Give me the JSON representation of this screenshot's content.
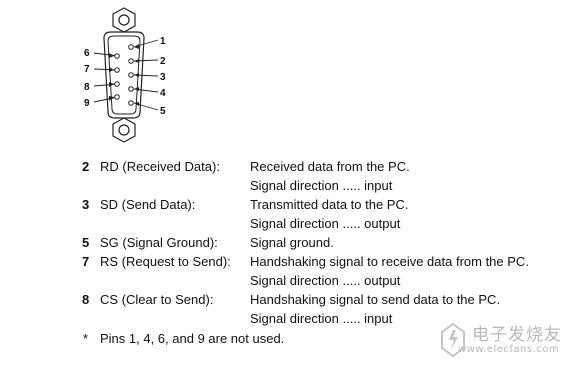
{
  "connector": {
    "pin_labels": [
      "1",
      "2",
      "3",
      "4",
      "5",
      "6",
      "7",
      "8",
      "9"
    ]
  },
  "rows": [
    {
      "pin": "2",
      "name": "RD (Received Data):",
      "desc": "Received data from the PC.",
      "dir": "Signal direction ..... input"
    },
    {
      "pin": "3",
      "name": "SD (Send Data):",
      "desc": "Transmitted data to the PC.",
      "dir": "Signal direction ..... output"
    },
    {
      "pin": "5",
      "name": "SG (Signal Ground):",
      "desc": "Signal ground.",
      "dir": ""
    },
    {
      "pin": "7",
      "name": "RS (Request to Send):",
      "desc": "Handshaking signal to receive data from the PC.",
      "dir": "Signal direction ..... output"
    },
    {
      "pin": "8",
      "name": "CS (Clear to Send):",
      "desc": "Handshaking signal to send data to the PC.",
      "dir": "Signal direction ..... input"
    }
  ],
  "footnote": {
    "mark": "*",
    "text": "Pins 1, 4, 6, and 9 are not used."
  },
  "watermark": {
    "title": "电子发烧友",
    "url": "www.elecfans.com"
  }
}
